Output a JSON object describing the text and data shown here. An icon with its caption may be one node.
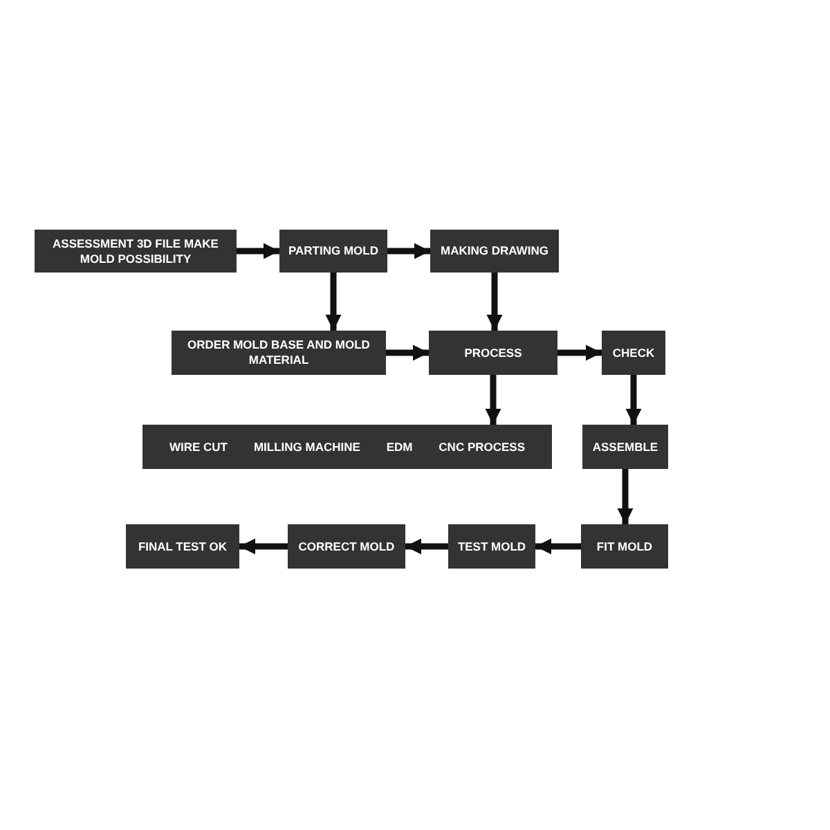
{
  "diagram": {
    "nodes": [
      {
        "text": [
          "ASSESSMENT 3D FILE MAKE MOLD POSSIBILITY"
        ]
      },
      {
        "text": [
          "PARTING MOLD"
        ]
      },
      {
        "text": [
          "MAKING DRAWING"
        ]
      },
      {
        "text": [
          "ORDER MOLD BASE AND MOLD MATERIAL"
        ]
      },
      {
        "text": [
          "PROCESS"
        ]
      },
      {
        "text": [
          "CHECK"
        ]
      },
      {
        "text": [
          "WIRE CUT",
          "MILLING MACHINE",
          "EDM",
          "CNC PROCESS"
        ]
      },
      {
        "text": [
          "ASSEMBLE"
        ]
      },
      {
        "text": [
          "FIT MOLD"
        ]
      },
      {
        "text": [
          "TEST MOLD"
        ]
      },
      {
        "text": [
          "CORRECT MOLD"
        ]
      },
      {
        "text": [
          "FINAL TEST OK"
        ]
      }
    ],
    "edges": [
      {
        "from": 0,
        "to": 1,
        "arrow": "to"
      },
      {
        "from": 1,
        "to": 2,
        "arrow": "to"
      },
      {
        "from": 1,
        "to": 3,
        "arrow": "to"
      },
      {
        "from": 2,
        "to": 4,
        "arrow": "to"
      },
      {
        "from": 3,
        "to": 4,
        "arrow": "to"
      },
      {
        "from": 4,
        "to": 5,
        "arrow": "to"
      },
      {
        "from": 4,
        "to": 6,
        "arrow": "to"
      },
      {
        "from": 5,
        "to": 7,
        "arrow": "to"
      },
      {
        "from": 7,
        "to": 8,
        "arrow": "to"
      },
      {
        "from": 8,
        "to": 9,
        "arrow": "to"
      },
      {
        "from": 9,
        "to": 10,
        "arrow": "to"
      },
      {
        "from": 10,
        "to": 11,
        "arrow": "to"
      }
    ]
  }
}
